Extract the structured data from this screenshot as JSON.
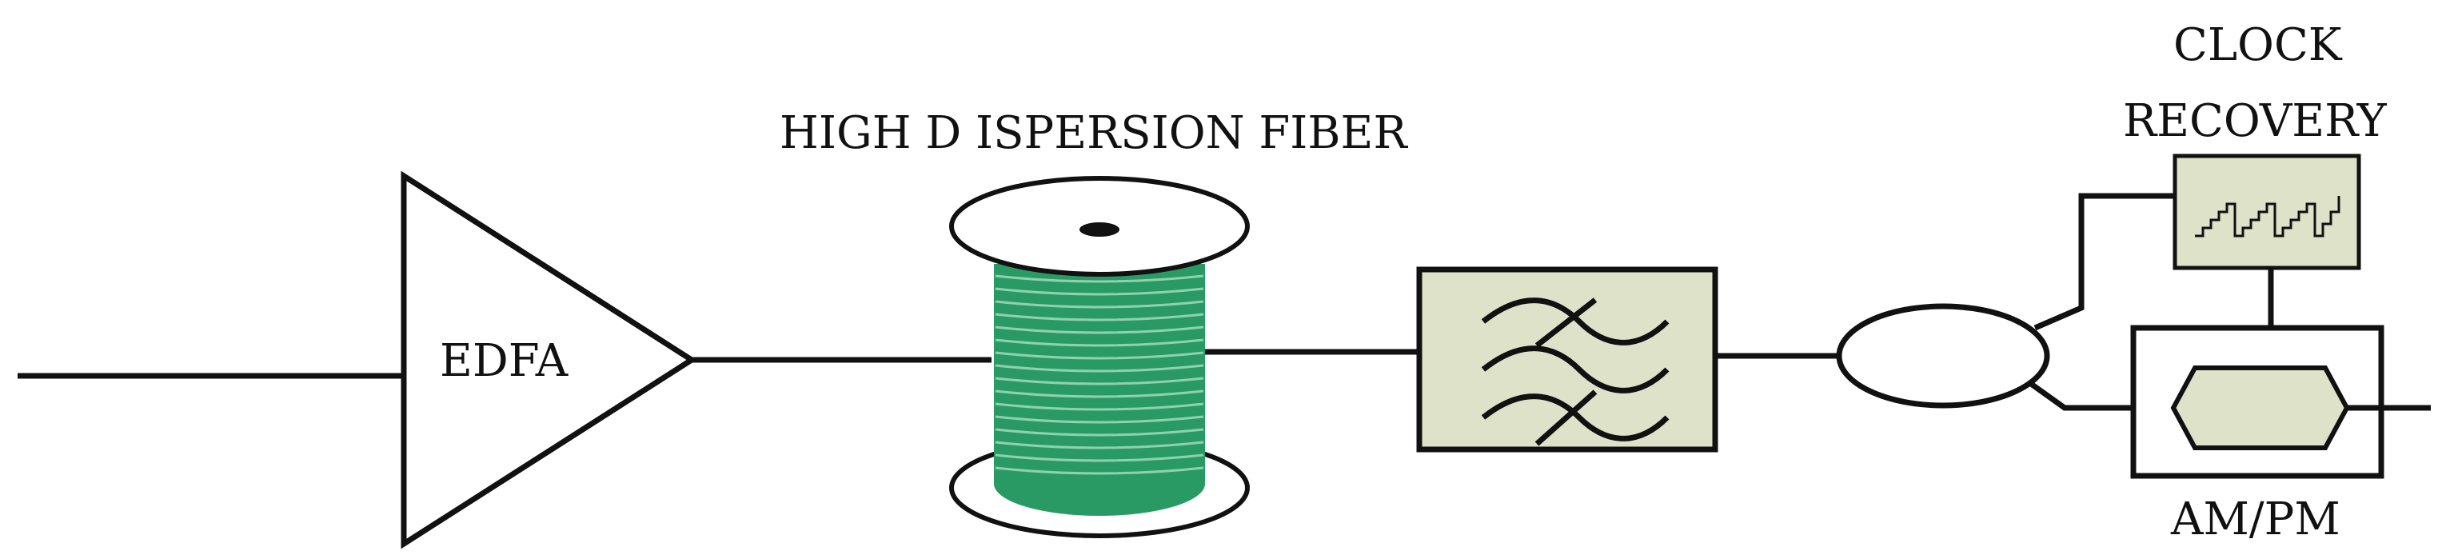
{
  "labels": {
    "amplifier": "EDFA",
    "fiber": "HIGH D ISPERSION FIBER",
    "clock_recovery_line1": "CLOCK",
    "clock_recovery_line2": "RECOVERY",
    "modulator": "AM/PM"
  },
  "colors": {
    "line": "#111111",
    "fiber_spool": "#2a9a64",
    "fiber_winding": "#8fd1ad",
    "filter_box": "#dde2c9",
    "clock_box": "#dde2c9"
  },
  "icons": {
    "amplifier": "triangle-amplifier-icon",
    "fiber": "fiber-spool-icon",
    "filter": "optical-filter-icon",
    "coupler": "coupler-icon",
    "clock_recovery": "clock-recovery-icon",
    "modulator": "modulator-icon"
  }
}
